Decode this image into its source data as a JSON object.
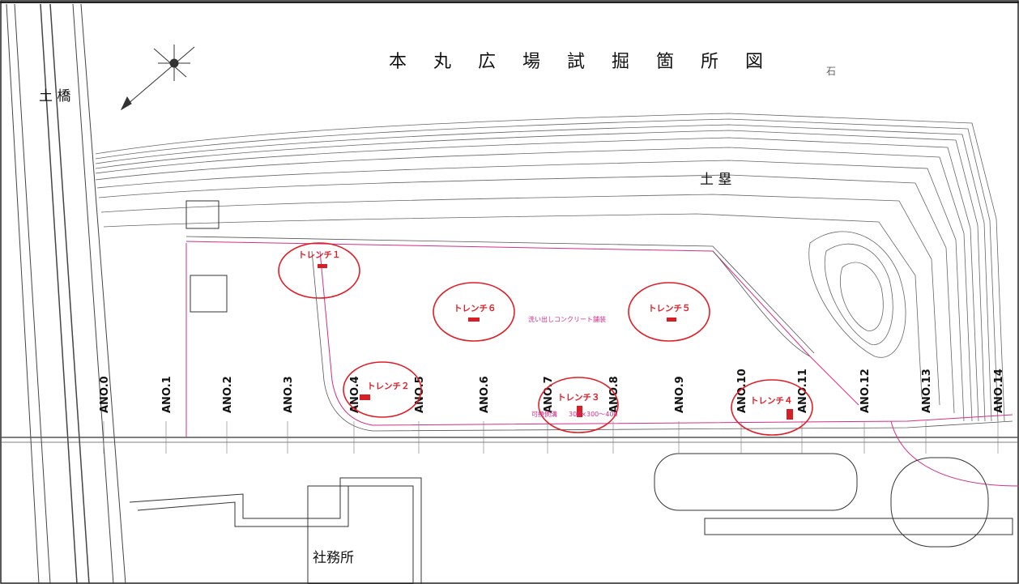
{
  "title": "本 丸 広 場 試 掘 箇 所 図",
  "labels": {
    "dobashi": "土  橋",
    "dorui": "土 塁",
    "shamusho": "社務所",
    "ishi": "石"
  },
  "trenches": [
    {
      "label": "トレンチ１"
    },
    {
      "label": "トレンチ２"
    },
    {
      "label": "トレンチ３"
    },
    {
      "label": "トレンチ４"
    },
    {
      "label": "トレンチ５"
    },
    {
      "label": "トレンチ６"
    }
  ],
  "ano_labels": [
    "ANO.0",
    "ANO.1",
    "ANO.2",
    "ANO.3",
    "ANO.4",
    "ANO.5",
    "ANO.6",
    "ANO.7",
    "ANO.8",
    "ANO.9",
    "ANO.10",
    "ANO.11",
    "ANO.12",
    "ANO.13",
    "ANO.14"
  ],
  "annotations": {
    "concrete": "洗い出しコンクリート舗装",
    "drain": "可撓側溝",
    "drain_size": "300×300～400"
  },
  "colors": {
    "line": "#555555",
    "pink": "#d0308a",
    "red": "#e01e26",
    "trench_block": "#d61e26"
  }
}
